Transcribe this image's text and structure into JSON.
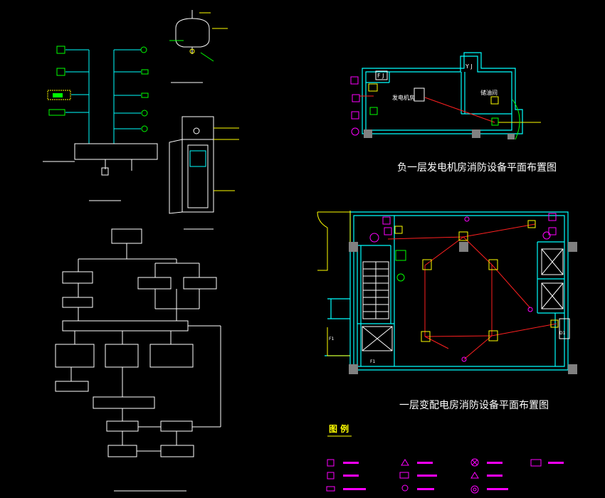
{
  "titles": {
    "b1_plan": "负一层发电机房消防设备平面布置图",
    "f1_plan": "一层变配电房消防设备平面布置图"
  },
  "legend": {
    "title": "图  例"
  },
  "rooms": {
    "fj": "F J",
    "yj": "Y J",
    "generator_room": "发电机房",
    "oil_room": "储油间",
    "f1_label_1": "F1",
    "f1_label_2": "F1",
    "d1": "D1"
  },
  "colors": {
    "wall": "#00ffff",
    "signal_line": "#ff2020",
    "device": "#ffff00",
    "device_alt": "#00ff00",
    "legend_symbol": "#ff00ff",
    "column": "#808080",
    "background": "#000000",
    "text": "#ffffff"
  }
}
